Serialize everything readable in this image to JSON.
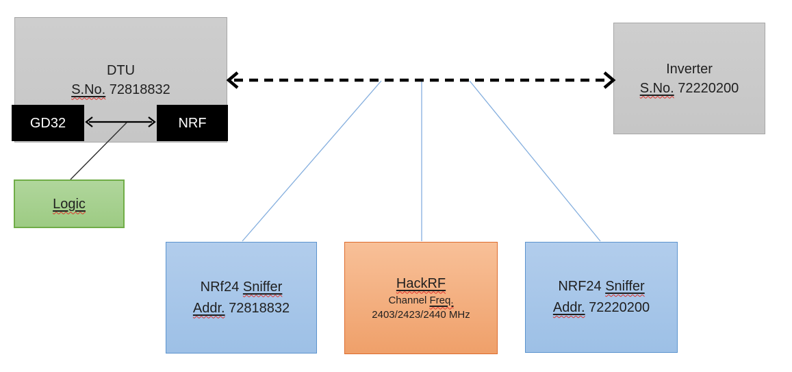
{
  "nodes": {
    "dtu": {
      "title": "DTU",
      "serial_label": "S.No.",
      "serial_value": " 72818832"
    },
    "gd32": {
      "label": "GD32"
    },
    "nrf": {
      "label": "NRF"
    },
    "logic": {
      "label": "Logic"
    },
    "inverter": {
      "title": "Inverter",
      "serial_label": "S.No.",
      "serial_value": " 72220200"
    },
    "sniffer_left": {
      "title_prefix": "NRf24 ",
      "title_word": "Sniffer",
      "addr_label": "Addr.",
      "addr_value": " 72818832"
    },
    "hackrf": {
      "title": "HackRF",
      "freq_prefix": "Channel ",
      "freq_word": "Freq.",
      "freq_values": "2403/2423/2440 MHz"
    },
    "sniffer_right": {
      "title_prefix": "NRF24 ",
      "title_word": "Sniffer",
      "addr_label": "Addr.",
      "addr_value": " 72220200"
    }
  },
  "connections": [
    {
      "from": "dtu",
      "to": "inverter",
      "style": "dashed-double-arrow",
      "color": "#000000"
    },
    {
      "from": "gd32",
      "to": "nrf",
      "style": "solid-double-arrow",
      "color": "#000000"
    },
    {
      "from": "gd32-nrf-arrow",
      "to": "logic",
      "style": "thin-line",
      "color": "#2b2b2b"
    },
    {
      "from": "dtu-inverter-link",
      "to": "sniffer_left",
      "style": "thin-line",
      "color": "#84aede"
    },
    {
      "from": "dtu-inverter-link",
      "to": "hackrf",
      "style": "thin-line",
      "color": "#84aede"
    },
    {
      "from": "dtu-inverter-link",
      "to": "sniffer_right",
      "style": "thin-line",
      "color": "#84aede"
    }
  ],
  "colors": {
    "box_gray_fill": "#c9c9c9",
    "box_gray_border": "#a6a6a6",
    "box_black_fill": "#000000",
    "box_green_fill": "#a6d08e",
    "box_green_border": "#70ad47",
    "box_blue_fill": "#a7c7e9",
    "box_blue_border": "#5b93cd",
    "box_orange_fill": "#f4b081",
    "box_orange_border": "#dd6b2d",
    "connector_blue": "#84aede",
    "arrow_black": "#000000",
    "squiggle_red": "#e0302a"
  }
}
